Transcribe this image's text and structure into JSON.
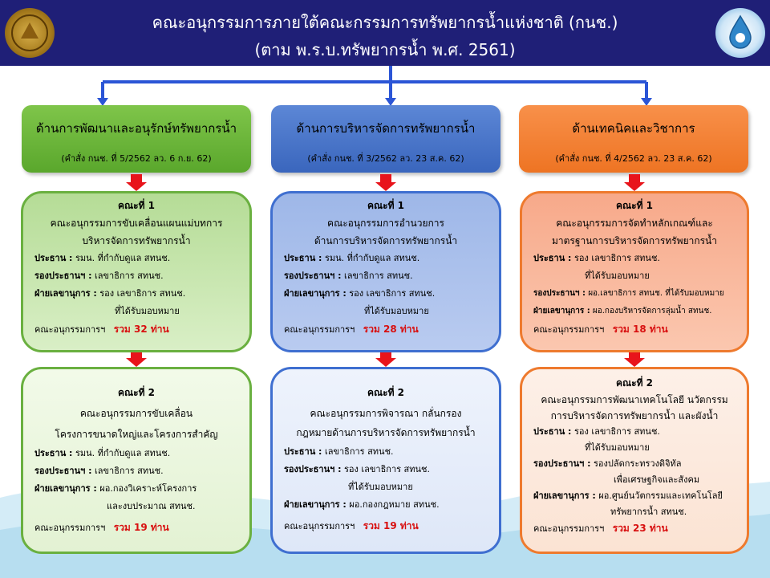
{
  "header": {
    "title_line1": "คณะอนุกรรมการภายใต้คณะกรรมการทรัพยากรน้ำแห่งชาติ (กนช.)",
    "title_line2": "(ตาม พ.ร.บ.ทรัพยากรน้ำ พ.ศ. 2561)"
  },
  "colors": {
    "header_bg": "#1f1f77",
    "connector": "#2b55d6",
    "arrow": "#e8141b",
    "total": "#d81010"
  },
  "groups": [
    {
      "title": "ด้านการพัฒนาและอนุรักษ์ทรัพยากรน้ำ",
      "order": "(คำสั่ง  กนช.  ที่ 5/2562  ลว. 6 ก.ย. 62)",
      "committees": [
        {
          "number": "คณะที่  1",
          "name1": "คณะอนุกรรมการขับเคลื่อนแผนแม่บทการ",
          "name2": "บริหารจัดการทรัพยากรน้ำ",
          "chair_label": "ประธาน :",
          "chair": "รมน. ที่กำกับดูแล  สทนช.",
          "vice_label": "รองประธานฯ :",
          "vice": "เลขาธิการ  สทนช.",
          "sec_label": "ฝ่ายเลขานุการ :",
          "sec": "รอง  เลขาธิการ  สทนช.",
          "sec2": "ที่ได้รับมอบหมาย",
          "members_label": "คณะอนุกรรมการฯ",
          "total": "รวม  32  ท่าน"
        },
        {
          "number": "คณะที่  2",
          "name1": "คณะอนุกรรมการขับเคลื่อน",
          "name2": "โครงการขนาดใหญ่และโครงการสำคัญ",
          "chair_label": "ประธาน :",
          "chair": "รมน. ที่กำกับดูแล  สทนช.",
          "vice_label": "รองประธานฯ :",
          "vice": "เลขาธิการ  สทนช.",
          "sec_label": "ฝ่ายเลขานุการ :",
          "sec": "ผอ.กองวิเคราะห์โครงการ",
          "sec2": "และงบประมาณ   สทนช.",
          "members_label": "คณะอนุกรรมการฯ",
          "total": "รวม  19  ท่าน"
        }
      ]
    },
    {
      "title": "ด้านการบริหารจัดการทรัพยากรน้ำ",
      "order": "(คำสั่ง  กนช.  ที่ 3/2562 ลว. 23 ส.ค. 62)",
      "committees": [
        {
          "number": "คณะที่  1",
          "name1": "คณะอนุกรรมการอำนวยการ",
          "name2": "ด้านการบริหารจัดการทรัพยากรน้ำ",
          "chair_label": "ประธาน :",
          "chair": "รมน. ที่กำกับดูแล  สทนช.",
          "vice_label": "รองประธานฯ :",
          "vice": "เลขาธิการ  สทนช.",
          "sec_label": "ฝ่ายเลขานุการ :",
          "sec": "รอง  เลขาธิการ  สทนช.",
          "sec2": "ที่ได้รับมอบหมาย",
          "members_label": "คณะอนุกรรมการฯ",
          "total": "รวม  28  ท่าน"
        },
        {
          "number": "คณะที่  2",
          "name1": "คณะอนุกรรมการพิจารณา  กลั่นกรอง",
          "name2": "กฎหมายด้านการบริหารจัดการทรัพยากรน้ำ",
          "chair_label": "ประธาน :",
          "chair": "เลขาธิการ  สทนช.",
          "vice_label": "รองประธานฯ :",
          "vice": "รอง  เลขาธิการ  สทนช.",
          "vice2": "ที่ได้รับมอบหมาย",
          "sec_label": "ฝ่ายเลขานุการ :",
          "sec": "ผอ.กองกฎหมาย   สทนช.",
          "members_label": "คณะอนุกรรมการฯ",
          "total": "รวม  19  ท่าน"
        }
      ]
    },
    {
      "title": "ด้านเทคนิคและวิชาการ",
      "order": "(คำสั่ง  กนช.  ที่ 4/2562  ลว. 23 ส.ค. 62)",
      "committees": [
        {
          "number": "คณะที่  1",
          "name1": "คณะอนุกรรมการจัดทำหลักเกณฑ์และ",
          "name2": "มาตรฐานการบริหารจัดการทรัพยากรน้ำ",
          "chair_label": "ประธาน :",
          "chair": "รอง  เลขาธิการ  สทนช.",
          "chair2": "ที่ได้รับมอบหมาย",
          "vice_label": "รองประธานฯ :",
          "vice": "ผอ.เลขาธิการ  สทนช. ที่ได้รับมอบหมาย",
          "sec_label": "ฝ่ายเลขานุการ :",
          "sec": "ผอ.กองบริหารจัดการลุ่มน้ำ  สทนช.",
          "members_label": "คณะอนุกรรมการฯ",
          "total": "รวม  18  ท่าน"
        },
        {
          "number": "คณะที่  2",
          "name1": "คณะอนุกรรมการพัฒนาเทคโนโลยี  นวัตกรรม",
          "name2": "การบริหารจัดการทรัพยากรน้ำ  และผังน้ำ",
          "chair_label": "ประธาน :",
          "chair": "รอง  เลขาธิการ  สทนช.",
          "chair2": "ที่ได้รับมอบหมาย",
          "vice_label": "รองประธานฯ :",
          "vice": "รองปลัดกระทรวงดิจิทัล",
          "vice2": "เพื่อเศรษฐกิจและสังคม",
          "sec_label": "ฝ่ายเลขานุการ :",
          "sec": "ผอ.ศูนย์นวัตกรรมและเทคโนโลยี",
          "sec2": "ทรัพยากรน้ำ  สทนช.",
          "members_label": "คณะอนุกรรมการฯ",
          "total": "รวม  23  ท่าน"
        }
      ]
    }
  ]
}
